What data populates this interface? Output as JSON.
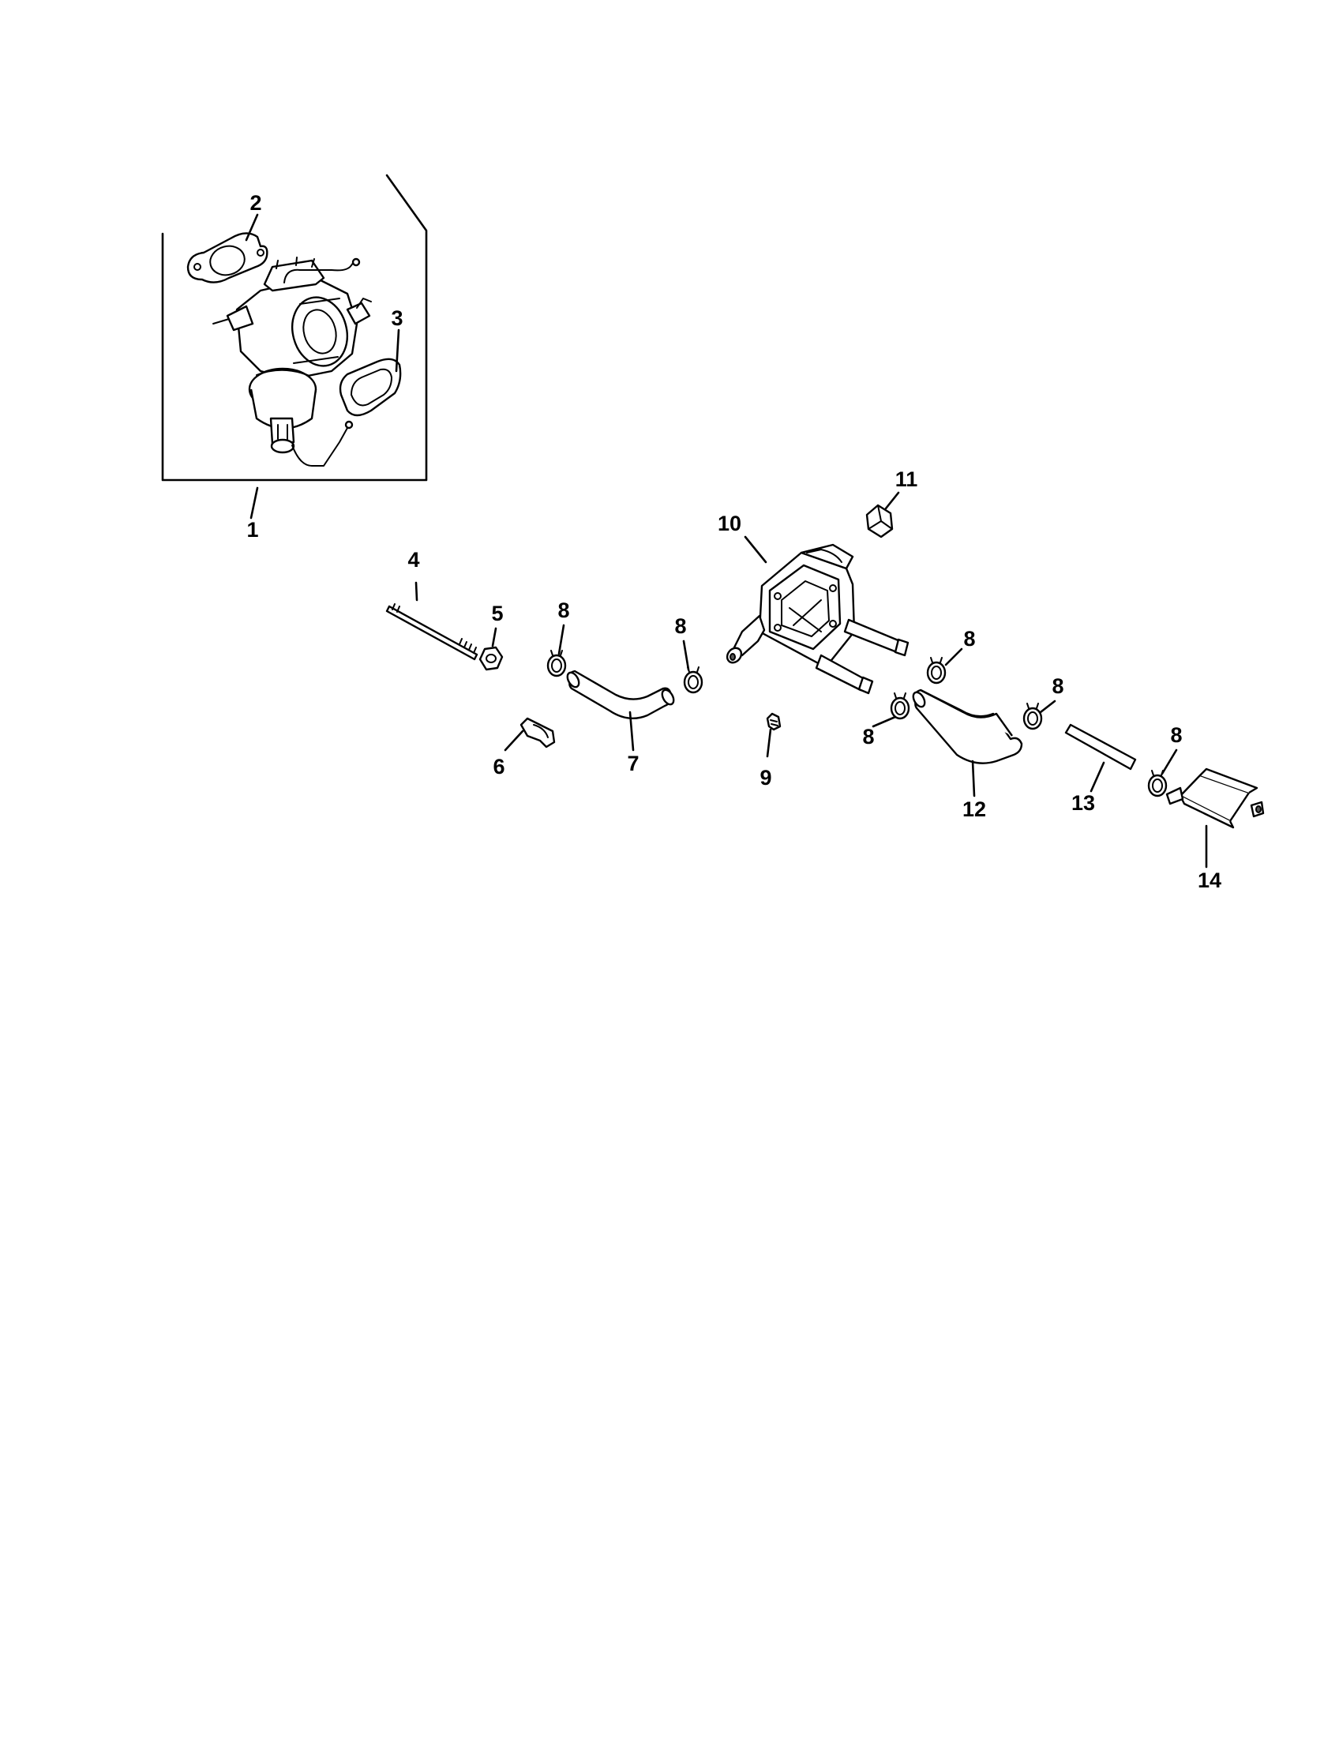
{
  "callouts": {
    "c1": "1",
    "c2": "2",
    "c3": "3",
    "c4": "4",
    "c5": "5",
    "c6": "6",
    "c7": "7",
    "c8a": "8",
    "c8b": "8",
    "c8c": "8",
    "c8d": "8",
    "c8e": "8",
    "c8f": "8",
    "c9": "9",
    "c10": "10",
    "c11": "11",
    "c12": "12",
    "c13": "13",
    "c14": "14"
  }
}
